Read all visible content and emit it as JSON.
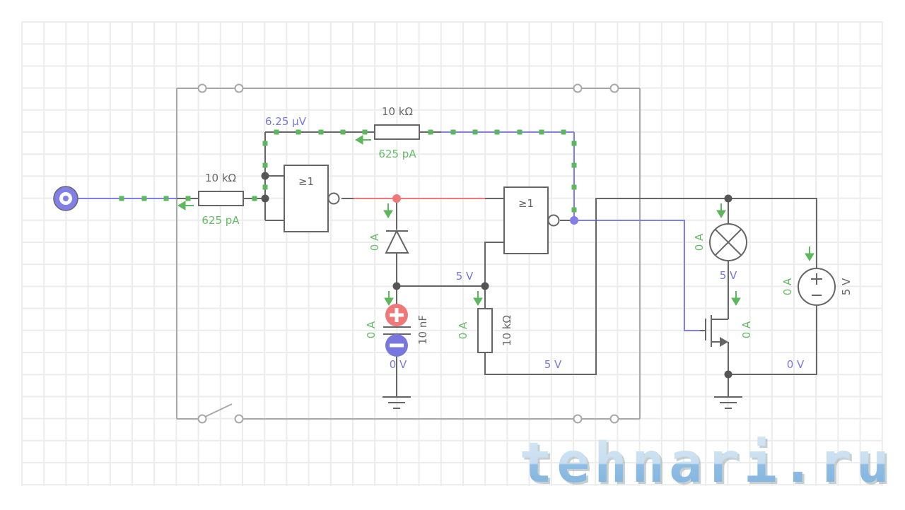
{
  "diagram": {
    "type": "electronic-circuit-simulation",
    "components": {
      "input_source": {
        "label": "",
        "icon": "signal-source-icon"
      },
      "resistor_input": {
        "value": "10 kΩ",
        "current": "625 pA"
      },
      "resistor_feedback": {
        "value": "10 kΩ",
        "current": "625 pA"
      },
      "feedback_node_voltage": "6.25 µV",
      "gate1": {
        "symbol": "≥1",
        "type": "NOR"
      },
      "gate2": {
        "symbol": "≥1",
        "type": "NOR"
      },
      "diode": {
        "current": "0 A"
      },
      "capacitor": {
        "value": "10 nF",
        "current": "0 A",
        "voltage": "0 V"
      },
      "resistor_timing": {
        "value": "10 kΩ",
        "current": "0 A"
      },
      "timing_node_voltage": "5 V",
      "bottom_wire_voltage": "5 V",
      "lamp": {
        "current": "0 A",
        "voltage": "5 V"
      },
      "mosfet": {
        "current": "0 A"
      },
      "dc_source": {
        "value": "5 V",
        "current": "0 A"
      },
      "ground_rail_voltage": "0 V"
    },
    "colors": {
      "wire": "#666666",
      "high_voltage_wire": "#f07878",
      "signal_wire": "#8080e8",
      "current_indicator": "#5cb85c",
      "capacitor_positive": "#f07878",
      "capacitor_negative": "#7777dd",
      "frame": "#a8a8a8"
    }
  },
  "watermark": {
    "text": "tehnari.ru"
  }
}
